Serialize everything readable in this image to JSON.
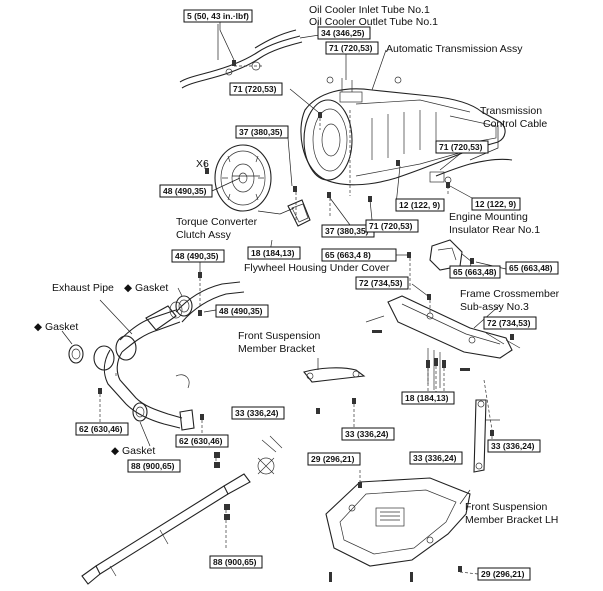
{
  "labels": {
    "oil_inlet": "Oil Cooler Inlet Tube No.1",
    "oil_outlet": "Oil Cooler Outlet Tube No.1",
    "at_assy": "Automatic Transmission Assy",
    "trans_cable_1": "Transmission",
    "trans_cable_2": "Control Cable",
    "x6": "X6",
    "tc_1": "Torque Converter",
    "tc_2": "Clutch Assy",
    "eng_mount_1": "Engine Mounting",
    "eng_mount_2": "Insulator Rear No.1",
    "fw_cover": "Flywheel Housing Under Cover",
    "exhaust": "Exhaust Pipe",
    "gasket_top": "◆ Gasket",
    "gasket_left": "◆ Gasket",
    "gasket_bottom": "◆ Gasket",
    "frame_1": "Frame Crossmember",
    "frame_2": "Sub-assy No.3",
    "fsmb_1": "Front Suspension",
    "fsmb_2": "Member Bracket",
    "fsmb_lh_1": "Front Suspension",
    "fsmb_lh_2": "Member Bracket LH"
  },
  "torques": {
    "t5": "5 (50, 43 in.·lbf)",
    "t34": "34 (346,25)",
    "t71a": "71 (720,53)",
    "t71b": "71 (720,53)",
    "t37a": "37 (380,35)",
    "t71c": "71 (720,53)",
    "t48a": "48 (490,35)",
    "t12a": "12 (122, 9)",
    "t12b": "12 (122, 9)",
    "t37b": "37 (380,35)",
    "t71d": "71 (720,53)",
    "t18a": "18 (184,13)",
    "t65a": "65 (663,4 8)",
    "t65b": "65 (663,48)",
    "t65c": "65 (663,48)",
    "t48b": "48 (490,35)",
    "t48c": "48 (490,35)",
    "t72a": "72 (734,53)",
    "t72b": "72 (734,53)",
    "t18b": "18 (184,13)",
    "t33a": "33 (336,24)",
    "t33b": "33 (336,24)",
    "t33c": "33 (336,24)",
    "t33d": "33 (336,24)",
    "t62a": "62 (630,46)",
    "t62b": "62 (630,46)",
    "t88a": "88 (900,65)",
    "t88b": "88 (900,65)",
    "t29a": "29 (296,21)",
    "t29b": "29 (296,21)"
  }
}
